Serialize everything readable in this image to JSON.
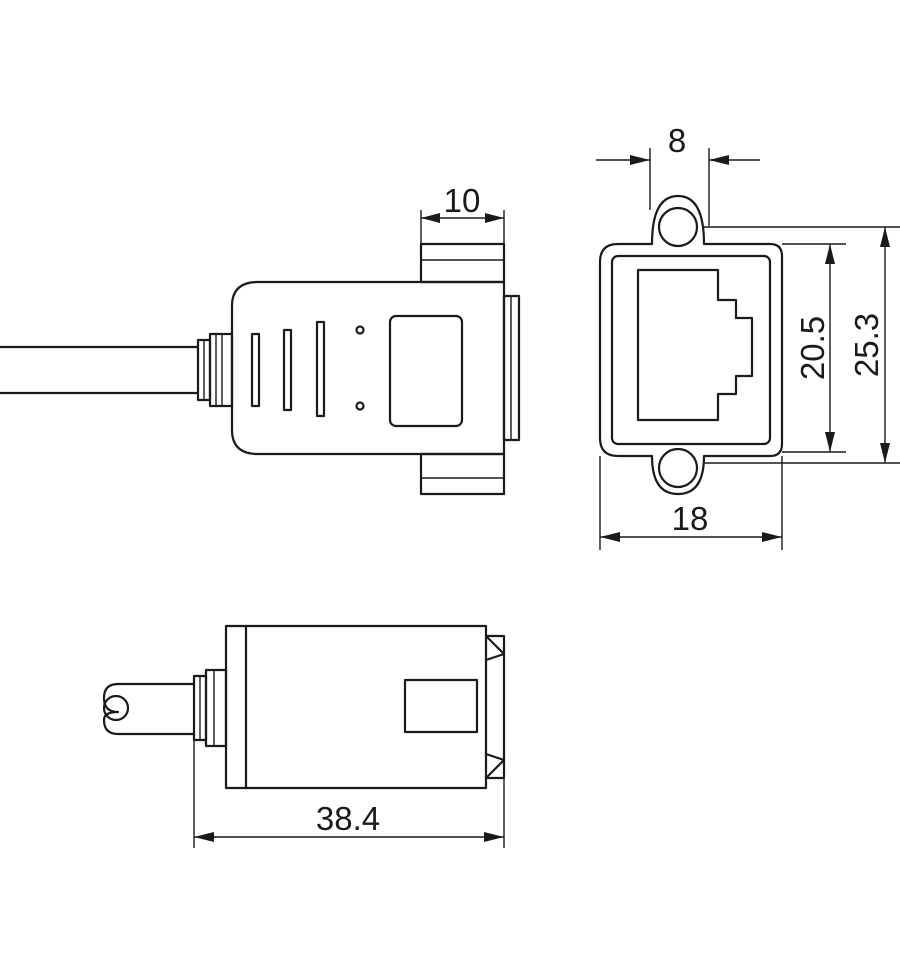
{
  "dimensions": {
    "side_mount_width": "10",
    "flange_hole_spacing": "8",
    "jack_opening_height": "20.5",
    "flange_total_height": "25.3",
    "flange_width": "18",
    "total_length": "38.4"
  },
  "colors": {
    "line": "#1a1a1a",
    "background": "#ffffff"
  }
}
